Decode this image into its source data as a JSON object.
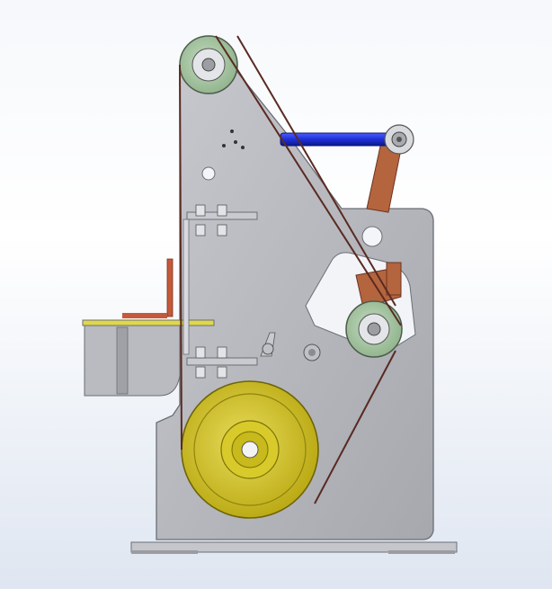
{
  "scene": {
    "kind": "CAD side-view render",
    "subject": "belt grinder",
    "components": [
      "base-plate",
      "main-frame",
      "drive-wheel",
      "top-idler-wheel",
      "tracking-idler-wheel",
      "upper-tension-wheel",
      "tension-rod",
      "tension-arm",
      "work-table",
      "platen-brackets",
      "abrasive-belt"
    ]
  },
  "colors": {
    "background_top": "#f6f8fb",
    "background_bottom": "#dfe6f1",
    "frame": "#b7b9bf",
    "frame_edge": "#6b6e75",
    "drive_wheel": "#d2c21a",
    "idler_wheel": "#a8c7a4",
    "tension_rod": "#1f2fd6",
    "tension_arm": "#b4653e",
    "table_top": "#e0d84a",
    "belt": "#5a2a22"
  }
}
